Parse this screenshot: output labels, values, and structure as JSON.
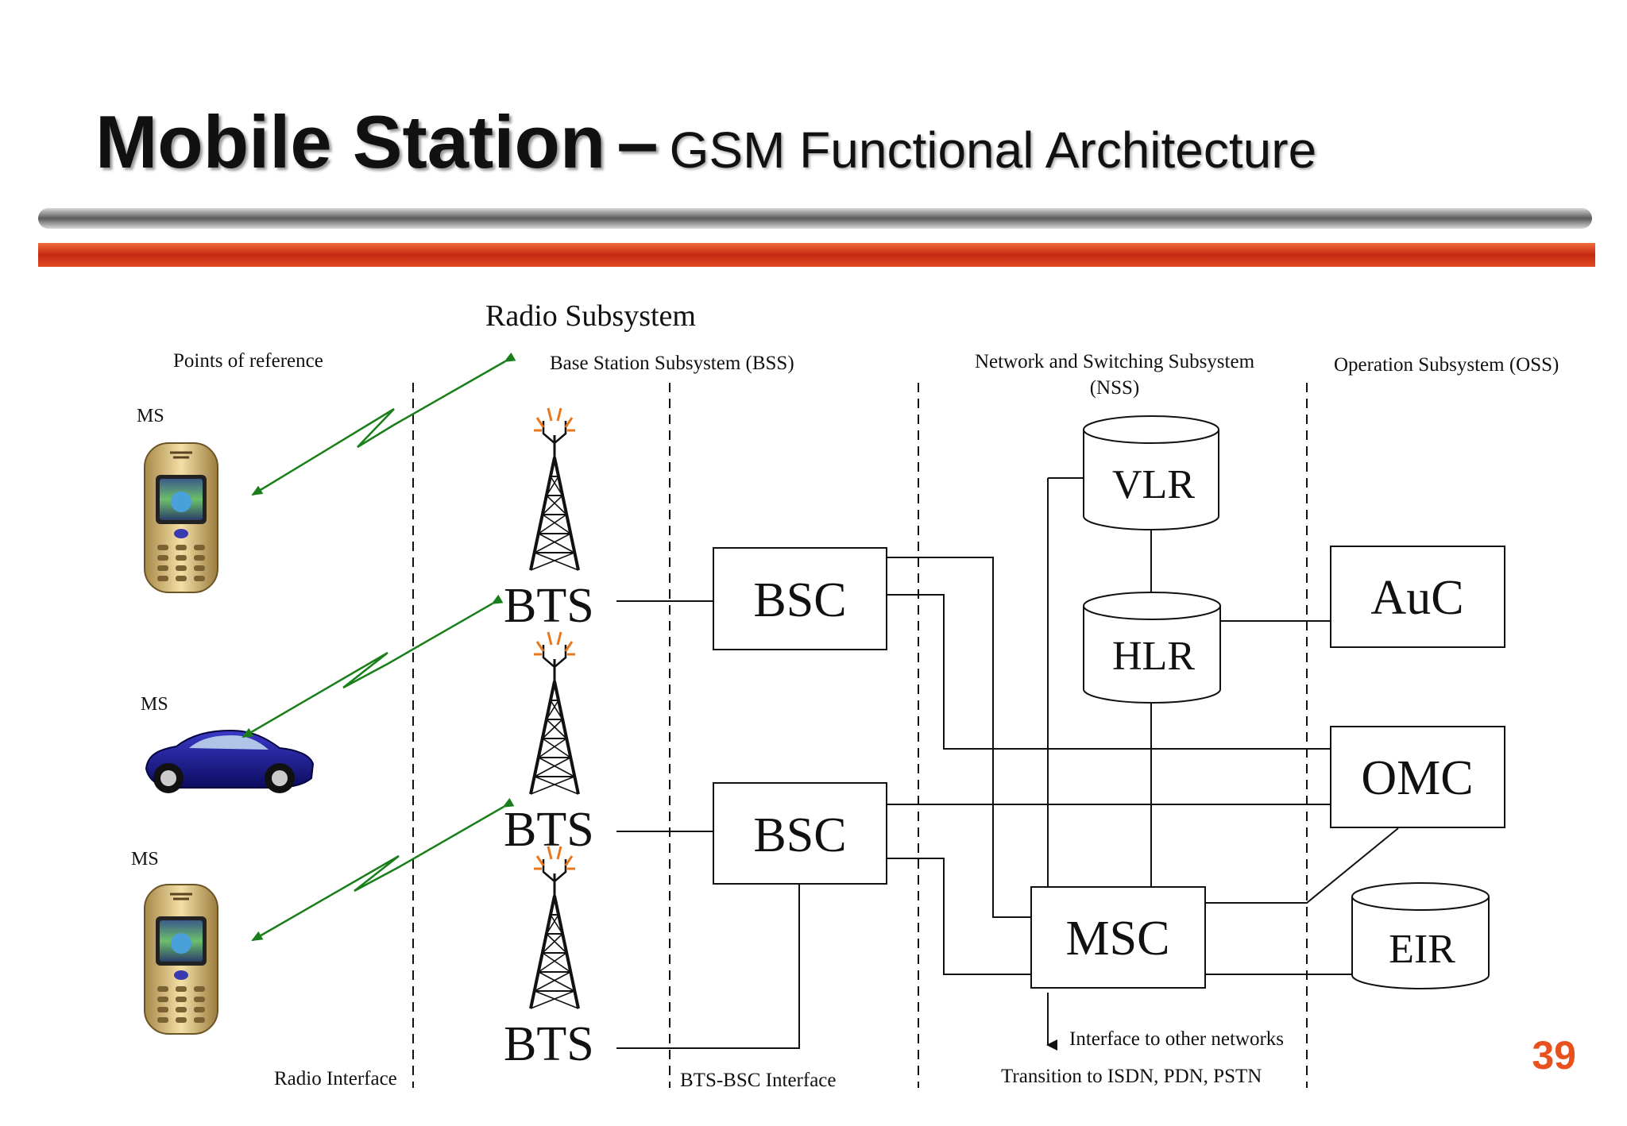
{
  "title": {
    "main": "Mobile Station",
    "dash": "–",
    "subtitle": "GSM Functional Architecture"
  },
  "page_number": "39",
  "colors": {
    "accent": "#e8501e",
    "radio_link": "#1a7f1a",
    "line": "#111111"
  },
  "labels": {
    "radio_subsystem": "Radio Subsystem",
    "points_of_reference": "Points of reference",
    "bss": "Base Station Subsystem (BSS)",
    "nss_line1": "Network and Switching Subsystem",
    "nss_line2": "(NSS)",
    "oss": "Operation Subsystem (OSS)",
    "radio_interface": "Radio Interface",
    "bts_bsc_interface": "BTS-BSC Interface",
    "interface_other": "Interface to other networks",
    "transition": "Transition to ISDN, PDN, PSTN"
  },
  "mobile_stations": [
    {
      "label": "MS",
      "icon": "mobile-phone-icon"
    },
    {
      "label": "MS",
      "icon": "car-icon"
    },
    {
      "label": "MS",
      "icon": "mobile-phone-icon"
    }
  ],
  "nodes": {
    "bts": [
      "BTS",
      "BTS",
      "BTS"
    ],
    "bsc": [
      "BSC",
      "BSC"
    ],
    "vlr": "VLR",
    "hlr": "HLR",
    "msc": "MSC",
    "auc": "AuC",
    "omc": "OMC",
    "eir": "EIR"
  },
  "icons": {
    "tower": "radio-tower-icon",
    "phone": "mobile-phone-icon",
    "car": "car-icon"
  }
}
